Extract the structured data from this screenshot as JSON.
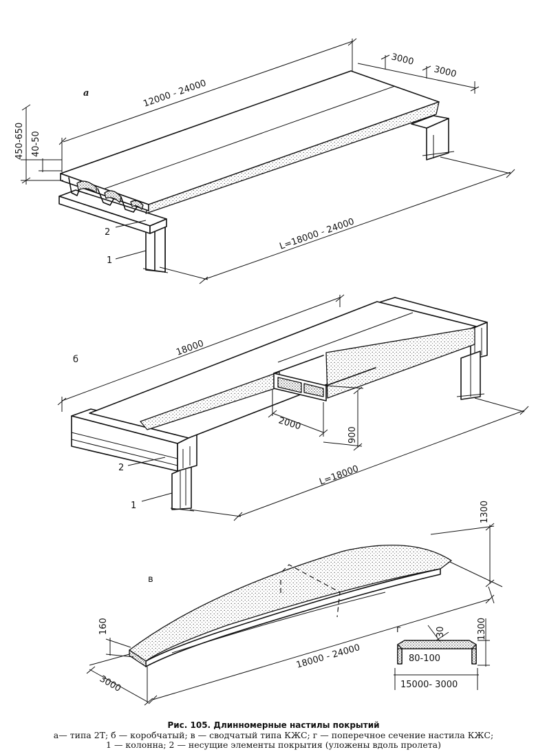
{
  "dims": {
    "a_length": "12000 - 24000",
    "a_w1": "3000",
    "a_w2": "3000",
    "a_height": "450-650",
    "a_flange": "40-50",
    "a_span": "L=18000 - 24000",
    "b_length": "18000",
    "b_width": "2000",
    "b_height": "900",
    "b_span": "L=18000",
    "v_height": "1300",
    "v_edge": "160",
    "v_length": "18000 - 24000",
    "v_width": "3000",
    "g_thick": "30",
    "g_height": "1300",
    "g_rib": "80-100",
    "g_width": "15000- 3000"
  },
  "labels": {
    "a": "а",
    "b": "б",
    "v": "в",
    "g": "г",
    "column_a": "1",
    "beam_a": "2",
    "column_b": "1",
    "beam_b": "2"
  },
  "caption": {
    "title": "Рис. 105. Длинномерные настилы покрытий",
    "line1": "а— типа 2Т; б — коробчатый; в — сводчатый типа КЖС; г — поперечное сечение настила КЖС;",
    "line2": "1 — колонна; 2 — несущие элементы покрытия (уложены вдоль пролета)"
  }
}
